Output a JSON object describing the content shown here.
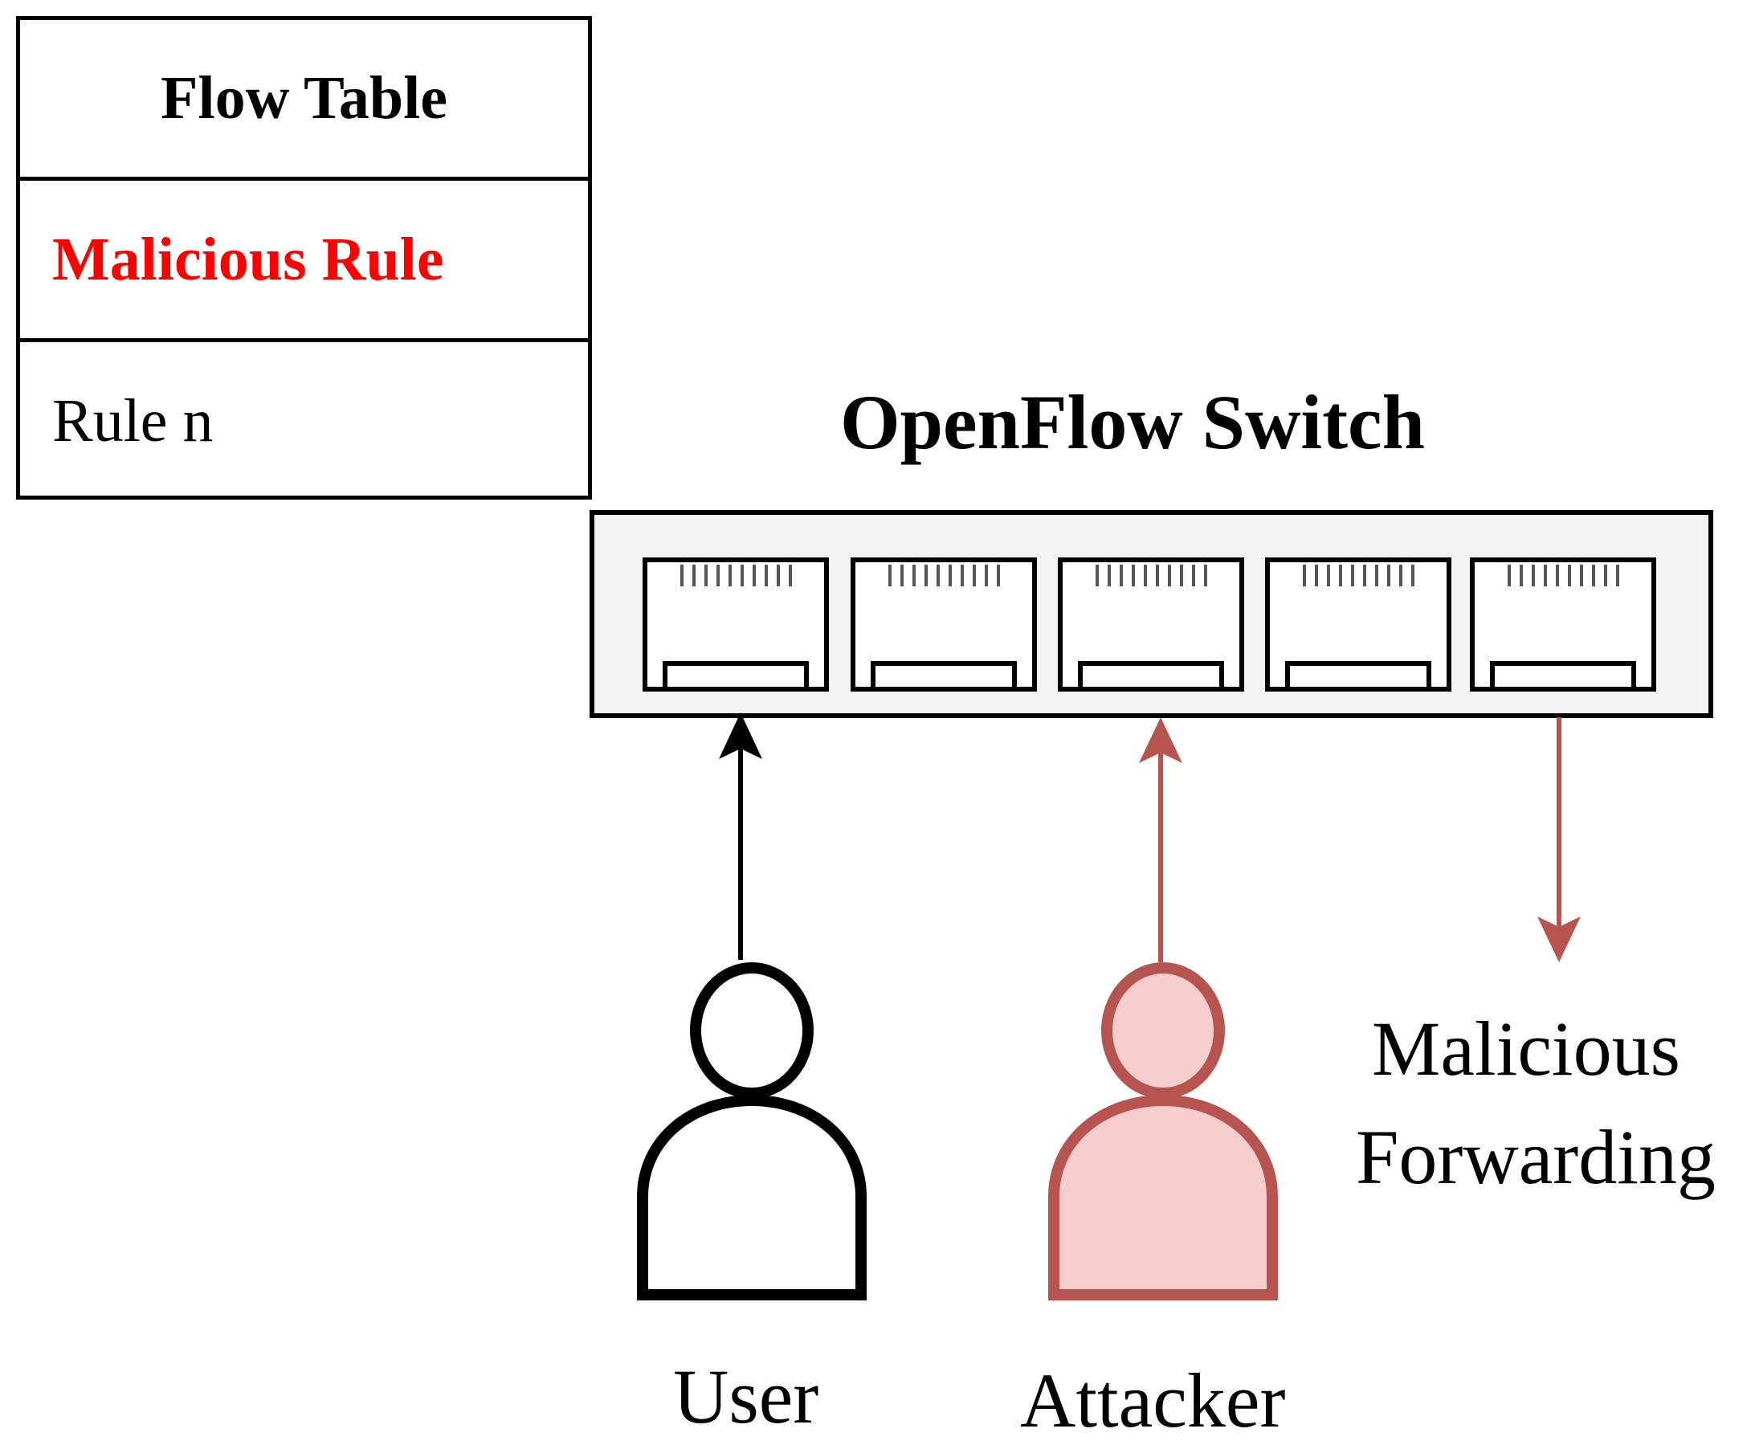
{
  "flow_table": {
    "title": "Flow Table",
    "rows": [
      {
        "label": "Malicious Rule",
        "color": "#ff0000"
      },
      {
        "label": "Rule n",
        "color": "#000000"
      }
    ]
  },
  "switch": {
    "title": "OpenFlow Switch",
    "port_count": 5,
    "fill": "#f3f3f3"
  },
  "actors": {
    "user": {
      "label": "User",
      "stroke": "#000000",
      "fill": "#ffffff"
    },
    "attacker": {
      "label": "Attacker",
      "stroke": "#b85450",
      "fill": "#f8cecc"
    }
  },
  "forwarding": {
    "line1": "Malicious",
    "line2": "Forwarding",
    "arrow_color": "#b85450"
  }
}
